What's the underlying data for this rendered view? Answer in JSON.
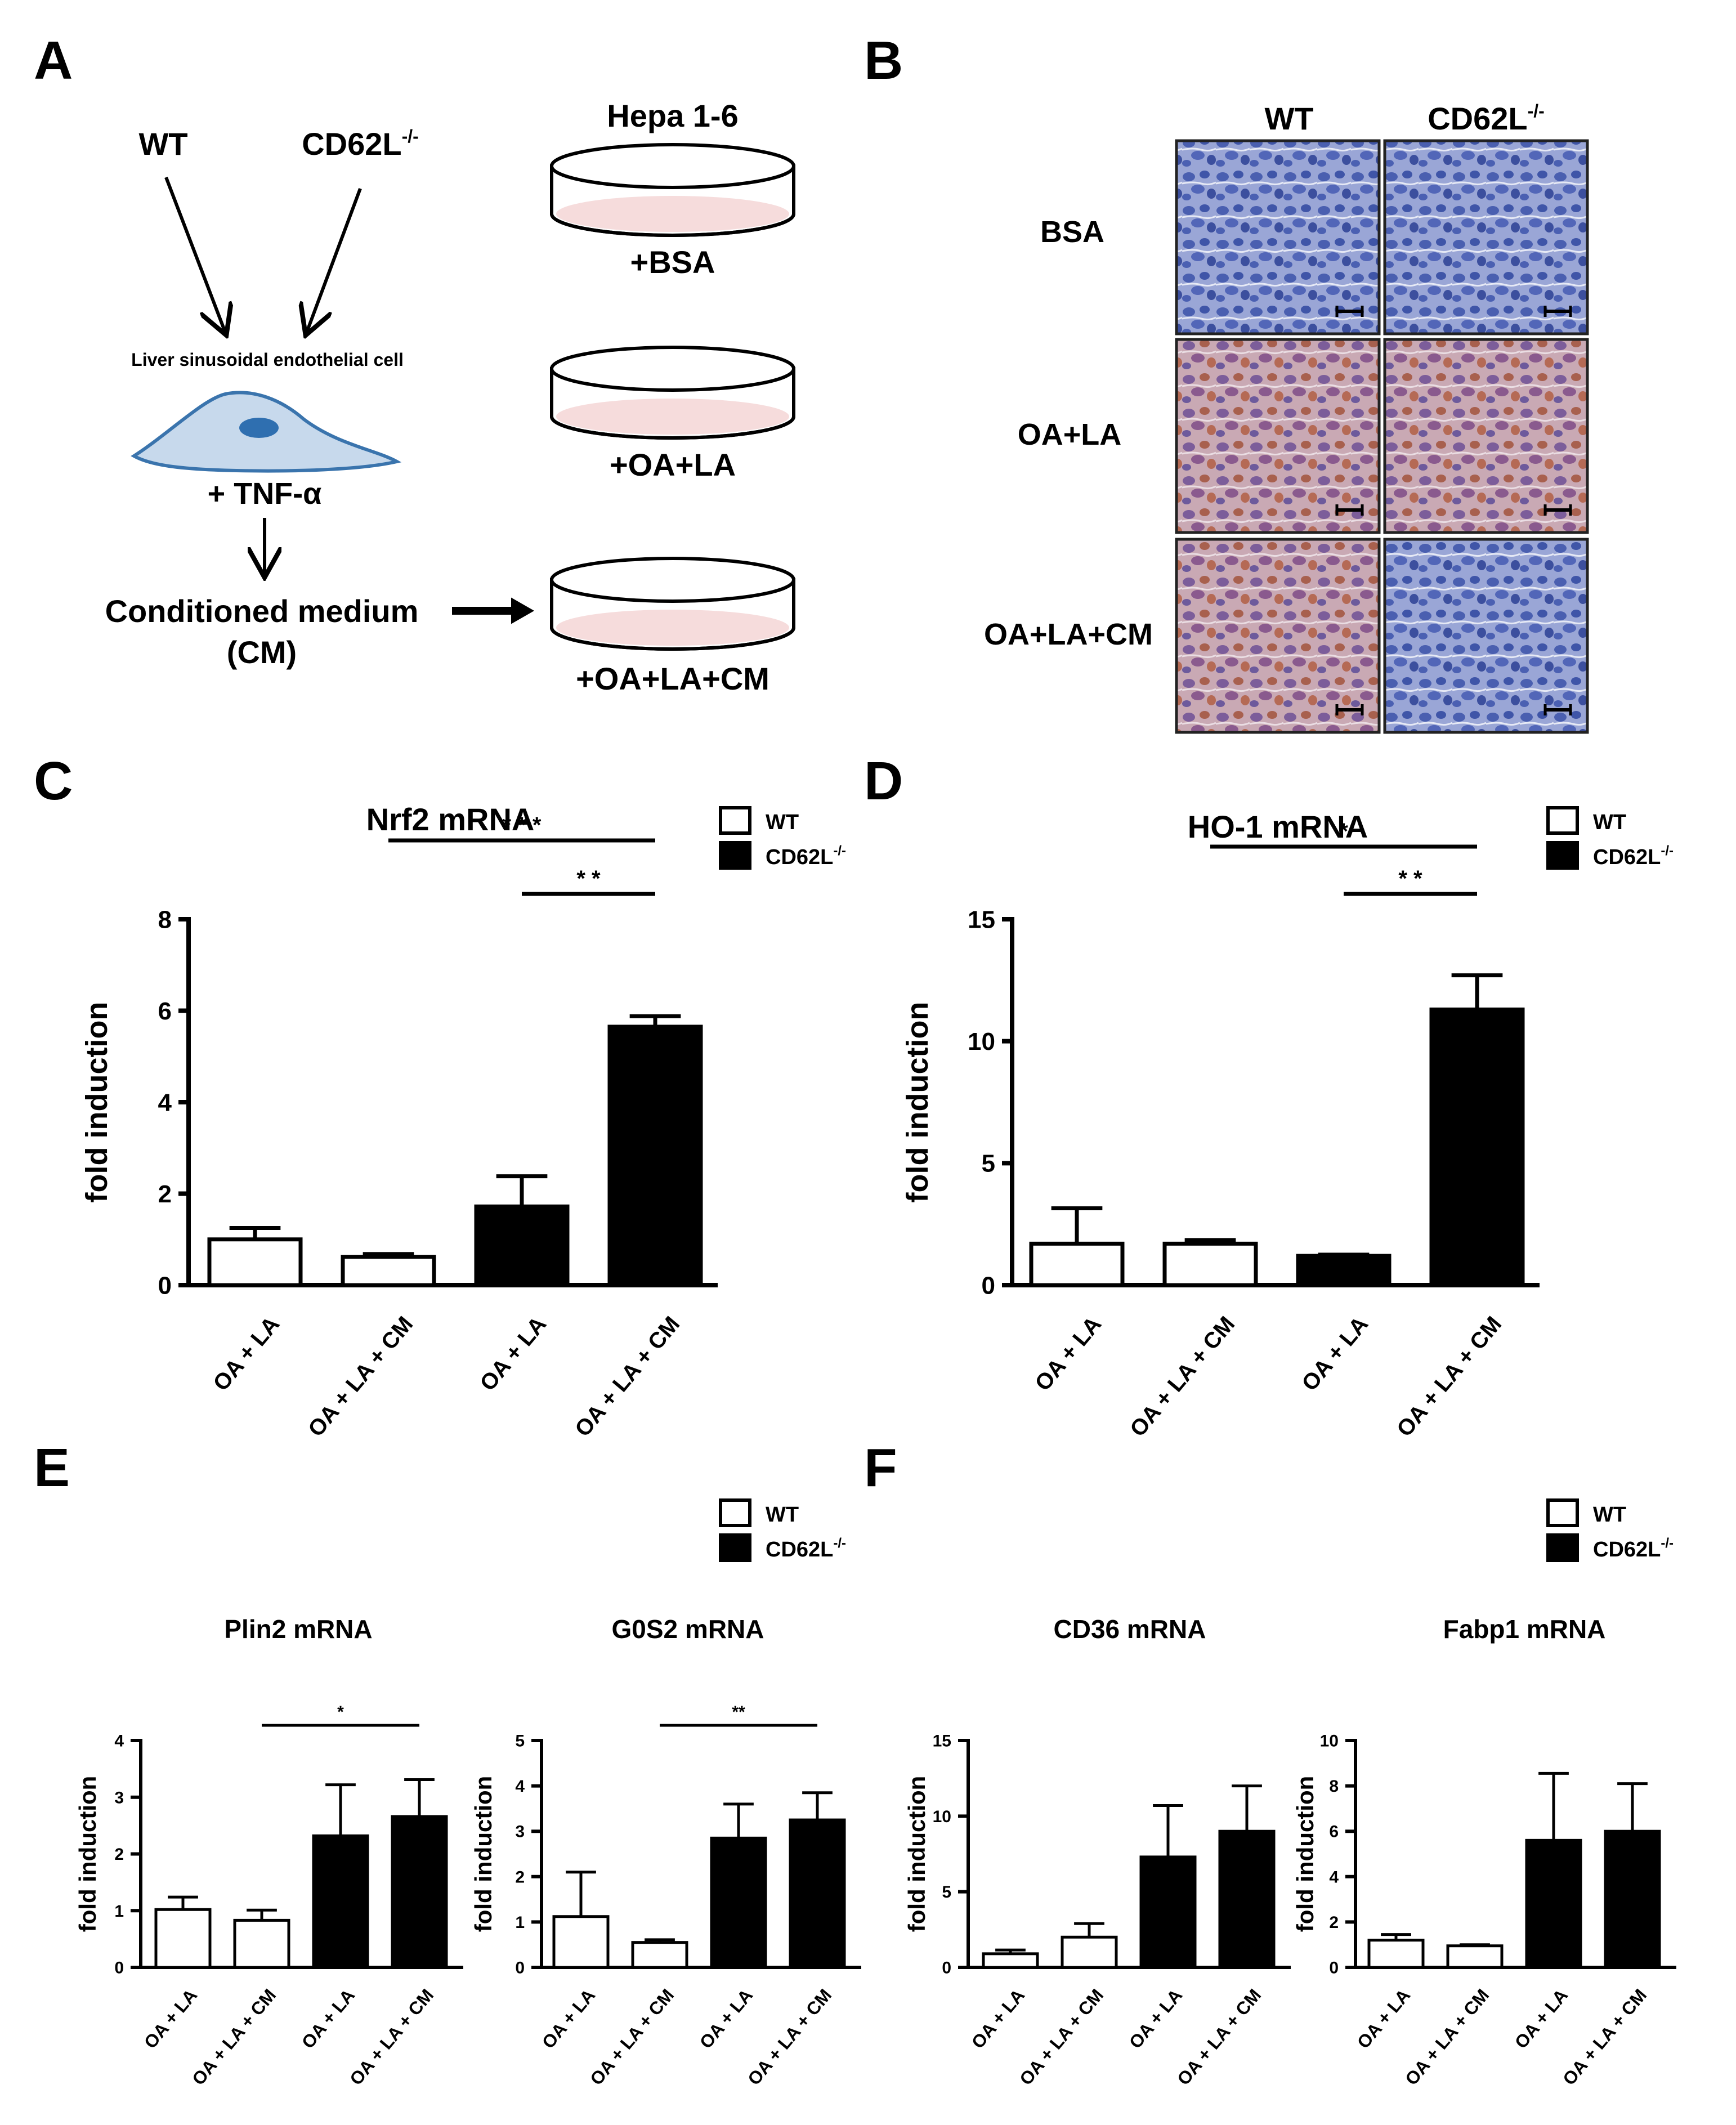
{
  "panels": {
    "A": "A",
    "B": "B",
    "C": "C",
    "D": "D",
    "E": "E",
    "F": "F"
  },
  "panel_a": {
    "wt": "WT",
    "ko": "CD62L",
    "ko_sup": "-/-",
    "cell_label": "Liver sinusoidal endothelial cell",
    "tnf": "+ TNF-α",
    "cm_line1": "Conditioned medium",
    "cm_line2": "(CM)",
    "hepa": "Hepa 1-6",
    "dish_labels": [
      "+BSA",
      "+OA+LA",
      "+OA+LA+CM"
    ]
  },
  "panel_b": {
    "col_headers": [
      "WT",
      "CD62L"
    ],
    "col_sup": "-/-",
    "row_labels": [
      "BSA",
      "OA+LA",
      "OA+LA+CM"
    ]
  },
  "legend": {
    "wt": "WT",
    "ko": "CD62L",
    "ko_sup": "-/-"
  },
  "colors": {
    "wt_fill": "#ffffff",
    "ko_fill": "#000000",
    "stain_blue": "#4a5fb0",
    "stain_red": "#a8604e",
    "dish_fill": "#f6dcdc",
    "cell_fill": "#c7d9ec"
  },
  "chart_data": [
    {
      "id": "C",
      "type": "bar",
      "title": "Nrf2 mRNA",
      "ylabel": "fold induction",
      "categories": [
        "OA + LA",
        "OA + LA + CM",
        "OA + LA",
        "OA + LA + CM"
      ],
      "ylim": [
        0,
        8
      ],
      "yticks": [
        "0",
        "2",
        "4",
        "6",
        "8"
      ],
      "series": [
        {
          "name": "WT",
          "values": [
            1.0,
            0.62,
            null,
            null
          ],
          "errors": [
            0.25,
            0.06,
            null,
            null
          ]
        },
        {
          "name": "CD62L-/-",
          "values": [
            null,
            null,
            1.72,
            5.65
          ],
          "errors": [
            null,
            null,
            0.66,
            0.23
          ]
        }
      ],
      "significance": [
        {
          "from": 1,
          "to": 3,
          "label": "* * *"
        },
        {
          "from": 2,
          "to": 3,
          "label": "* *"
        }
      ]
    },
    {
      "id": "D",
      "type": "bar",
      "title": "HO-1 mRNA",
      "ylabel": "fold induction",
      "categories": [
        "OA + LA",
        "OA + LA + CM",
        "OA + LA",
        "OA + LA + CM"
      ],
      "ylim": [
        0,
        15
      ],
      "yticks": [
        "0",
        "5",
        "10",
        "15"
      ],
      "series": [
        {
          "name": "WT",
          "values": [
            1.7,
            1.7,
            null,
            null
          ],
          "errors": [
            1.45,
            0.15,
            null,
            null
          ]
        },
        {
          "name": "CD62L-/-",
          "values": [
            null,
            null,
            1.2,
            11.3
          ],
          "errors": [
            null,
            null,
            0.05,
            1.4
          ]
        }
      ],
      "significance": [
        {
          "from": 1,
          "to": 3,
          "label": "*"
        },
        {
          "from": 2,
          "to": 3,
          "label": "* *"
        }
      ]
    },
    {
      "id": "E1",
      "type": "bar",
      "title": "Plin2 mRNA",
      "ylabel": "fold induction",
      "categories": [
        "OA + LA",
        "OA + LA + CM",
        "OA + LA",
        "OA + LA + CM"
      ],
      "ylim": [
        0,
        4
      ],
      "yticks": [
        "0",
        "1",
        "2",
        "3",
        "4"
      ],
      "series": [
        {
          "name": "WT",
          "values": [
            1.02,
            0.83,
            null,
            null
          ],
          "errors": [
            0.22,
            0.18,
            null,
            null
          ]
        },
        {
          "name": "CD62L-/-",
          "values": [
            null,
            null,
            2.32,
            2.66
          ],
          "errors": [
            null,
            null,
            0.9,
            0.65
          ]
        }
      ],
      "significance": [
        {
          "from": 1,
          "to": 3,
          "label": "*"
        }
      ]
    },
    {
      "id": "E2",
      "type": "bar",
      "title": "G0S2 mRNA",
      "ylabel": "fold induction",
      "categories": [
        "OA + LA",
        "OA + LA + CM",
        "OA + LA",
        "OA + LA + CM"
      ],
      "ylim": [
        0,
        5
      ],
      "yticks": [
        "0",
        "1",
        "2",
        "3",
        "4",
        "5"
      ],
      "series": [
        {
          "name": "WT",
          "values": [
            1.12,
            0.55,
            null,
            null
          ],
          "errors": [
            0.98,
            0.06,
            null,
            null
          ]
        },
        {
          "name": "CD62L-/-",
          "values": [
            null,
            null,
            2.85,
            3.25
          ],
          "errors": [
            null,
            null,
            0.75,
            0.6
          ]
        }
      ],
      "significance": [
        {
          "from": 1,
          "to": 3,
          "label": "**"
        }
      ]
    },
    {
      "id": "F1",
      "type": "bar",
      "title": "CD36  mRNA",
      "ylabel": "fold induction",
      "categories": [
        "OA + LA",
        "OA + LA + CM",
        "OA + LA",
        "OA + LA + CM"
      ],
      "ylim": [
        0,
        15
      ],
      "yticks": [
        "0",
        "5",
        "10",
        "15"
      ],
      "series": [
        {
          "name": "WT",
          "values": [
            0.9,
            2.0,
            null,
            null
          ],
          "errors": [
            0.25,
            0.9,
            null,
            null
          ]
        },
        {
          "name": "CD62L-/-",
          "values": [
            null,
            null,
            7.3,
            9.0
          ],
          "errors": [
            null,
            null,
            3.4,
            3.0
          ]
        }
      ],
      "significance": []
    },
    {
      "id": "F2",
      "type": "bar",
      "title": "Fabp1 mRNA",
      "ylabel": "fold induction",
      "categories": [
        "OA + LA",
        "OA + LA + CM",
        "OA + LA",
        "OA + LA + CM"
      ],
      "ylim": [
        0,
        10
      ],
      "yticks": [
        "0",
        "2",
        "4",
        "6",
        "8",
        "10"
      ],
      "series": [
        {
          "name": "WT",
          "values": [
            1.2,
            0.95,
            null,
            null
          ],
          "errors": [
            0.25,
            0.05,
            null,
            null
          ]
        },
        {
          "name": "CD62L-/-",
          "values": [
            null,
            null,
            5.6,
            6.0
          ],
          "errors": [
            null,
            null,
            2.95,
            2.1
          ]
        }
      ],
      "significance": []
    }
  ]
}
